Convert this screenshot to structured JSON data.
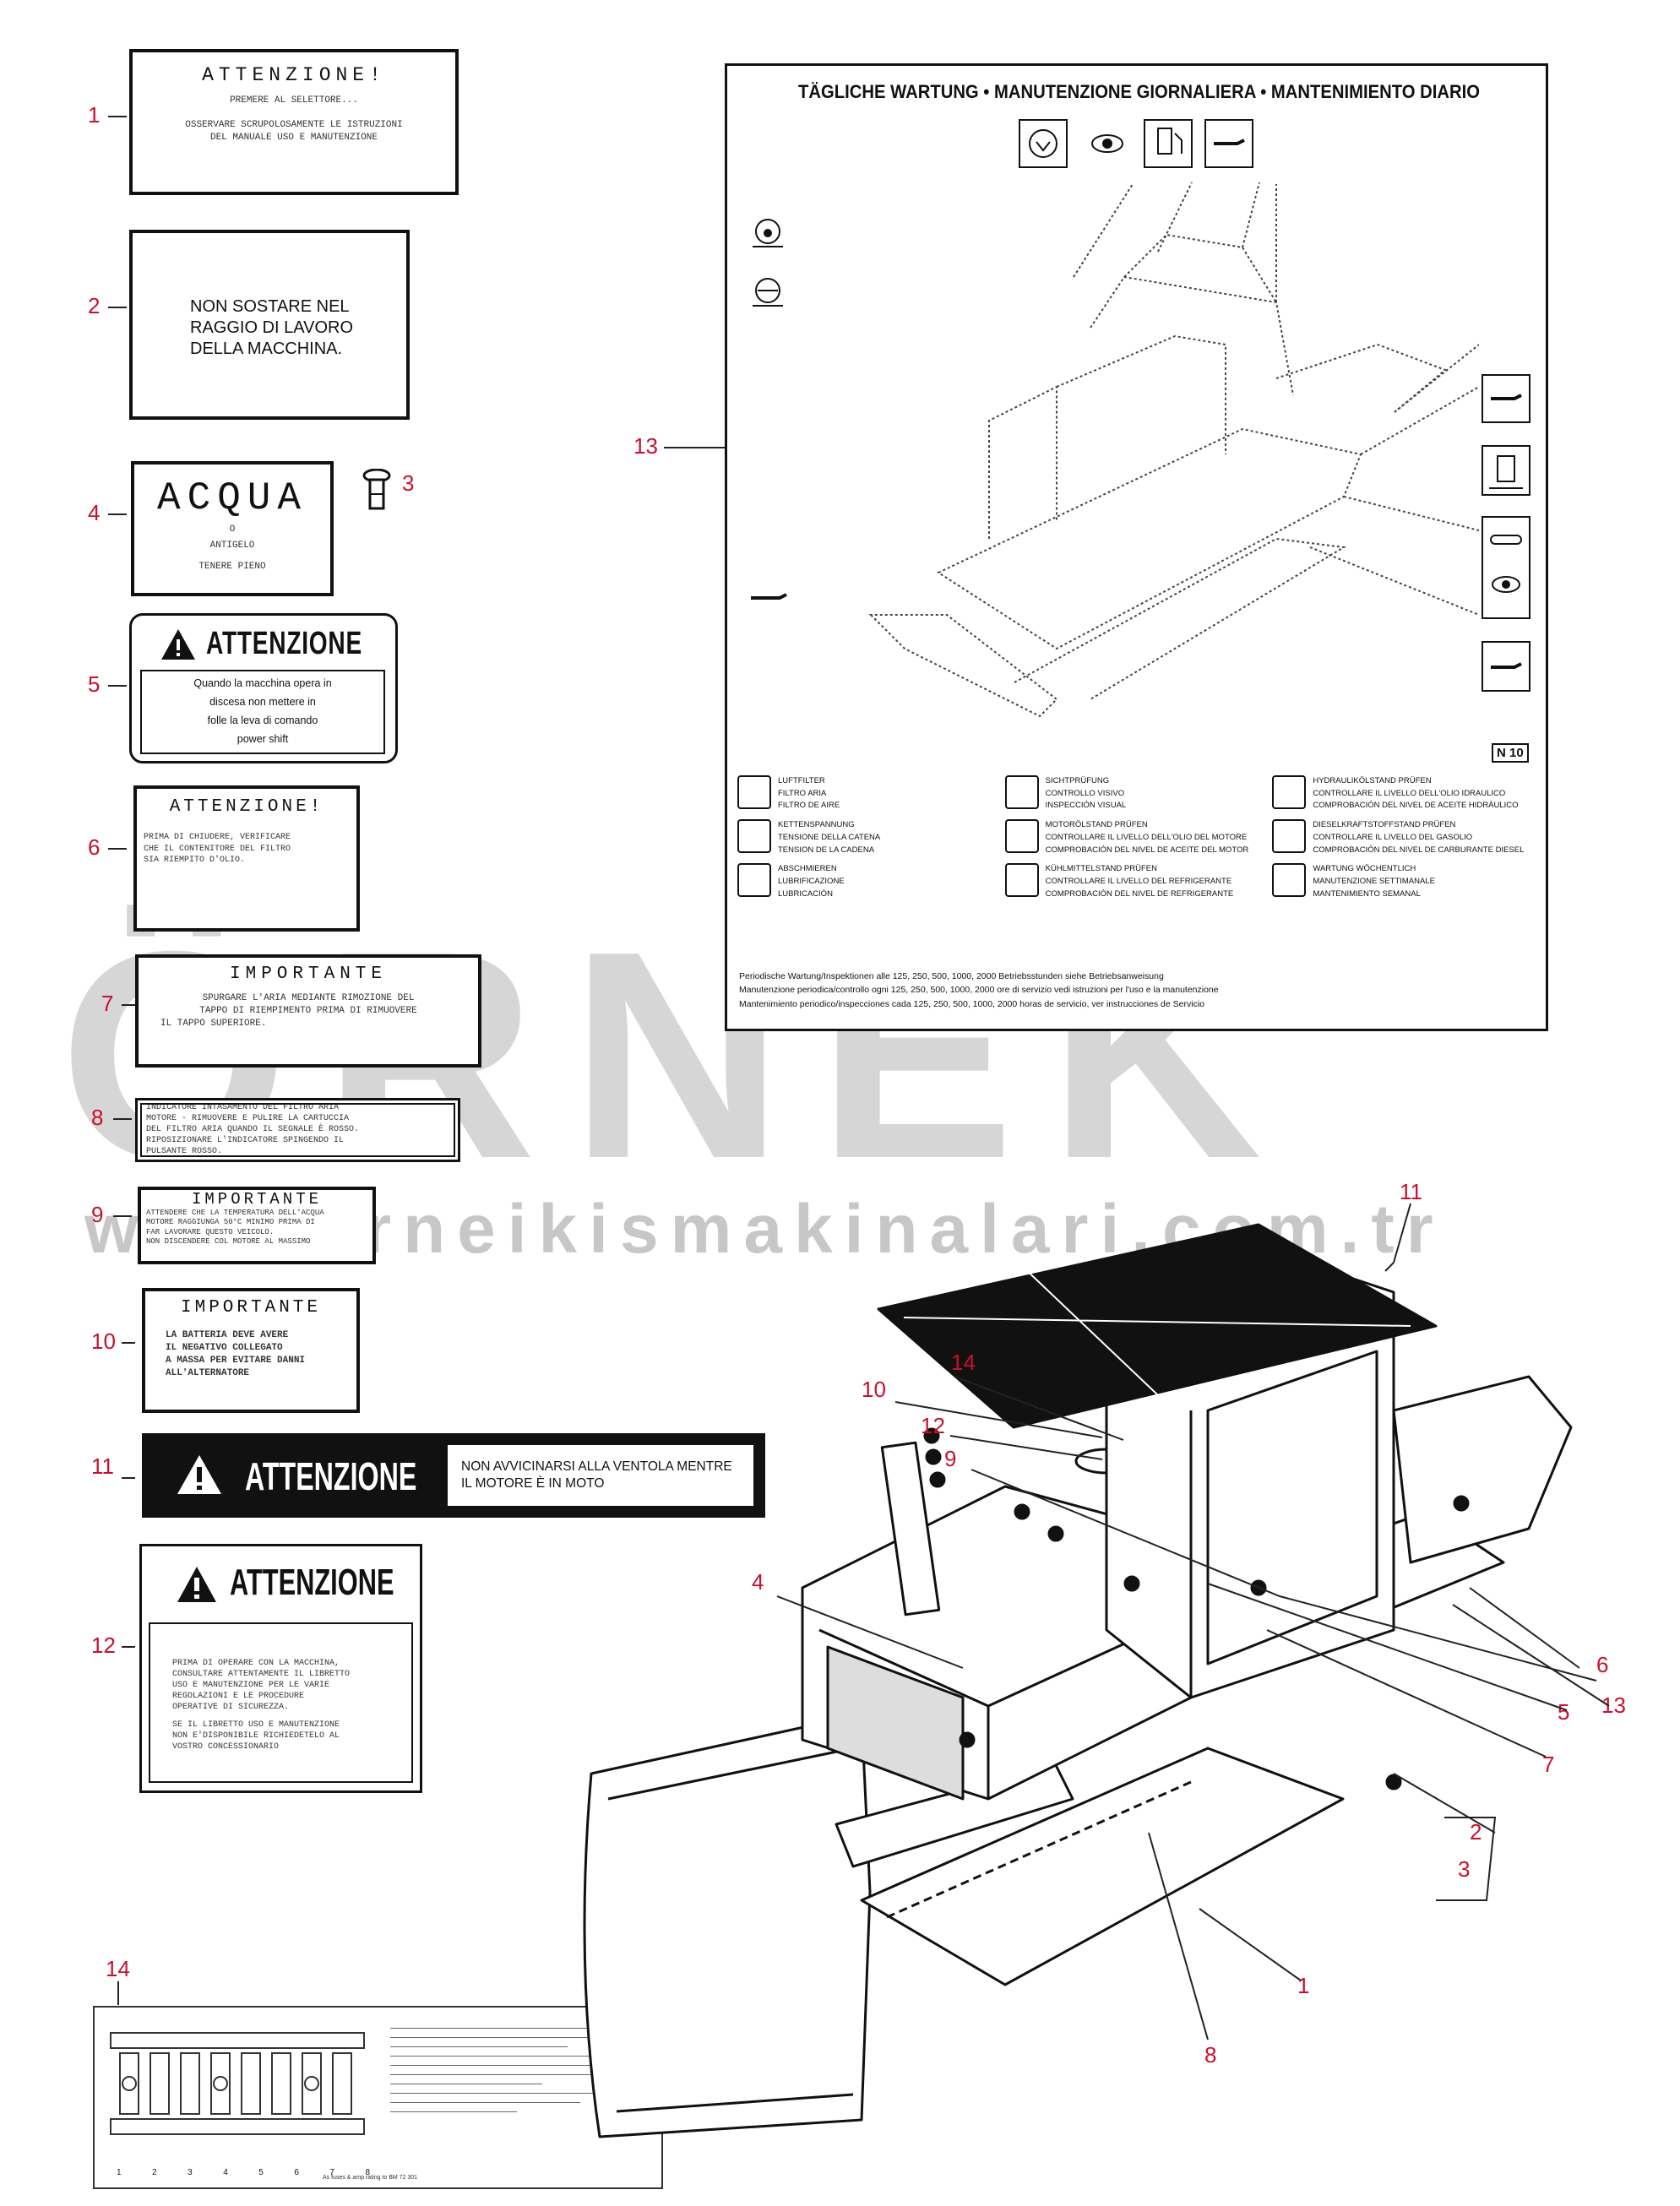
{
  "callouts": {
    "n1": "1",
    "n2": "2",
    "n3": "3",
    "n4": "4",
    "n5": "5",
    "n6": "6",
    "n7": "7",
    "n8": "8",
    "n9": "9",
    "n10": "10",
    "n11": "11",
    "n12": "12",
    "n13": "13",
    "n14": "14"
  },
  "decal1": {
    "title": "ATTENZIONE!",
    "line1": "PREMERE AL SELETTORE...",
    "line2": "OSSERVARE SCRUPOLOSAMENTE LE ISTRUZIONI",
    "line3": "DEL MANUALE USO E MANUTENZIONE"
  },
  "decal2": {
    "text": "NON SOSTARE NEL\nRAGGIO DI LAVORO\nDELLA MACCHINA."
  },
  "decal4": {
    "title": "ACQUA",
    "line1": "O",
    "line2": "ANTIGELO",
    "line3": "TENERE PIENO"
  },
  "decal5": {
    "title": "ATTENZIONE",
    "line1": "Quando la macchina opera in",
    "line2": "discesa non mettere in",
    "line3": "folle la leva di comando",
    "line4": "power shift"
  },
  "decal6": {
    "title": "ATTENZIONE!",
    "line1": "PRIMA DI CHIUDERE, VERIFICARE",
    "line2": "CHE IL CONTENITORE DEL FILTRO",
    "line3": "SIA RIEMPITO D'OLIO."
  },
  "decal7": {
    "title": "IMPORTANTE",
    "line1": "SPURGARE L'ARIA MEDIANTE RIMOZIONE DEL",
    "line2": "TAPPO DI RIEMPIMENTO PRIMA DI RIMUOVERE",
    "line3": "IL TAPPO SUPERIORE."
  },
  "decal8": {
    "line1": "INDICATORE  INTASAMENTO DEL FILTRO ARIA",
    "line2": "MOTORE - RIMUOVERE E PULIRE LA CARTUCCIA",
    "line3": "DEL FILTRO ARIA QUANDO IL SEGNALE È ROSSO.",
    "line4": "RIPOSIZIONARE L'INDICATORE SPINGENDO IL",
    "line5": "PULSANTE ROSSO."
  },
  "decal9": {
    "title": "IMPORTANTE",
    "line1": "ATTENDERE CHE LA TEMPERATURA DELL'ACQUA",
    "line2": "MOTORE RAGGIUNGA 50°C MINIMO PRIMA DI",
    "line3": "FAR LAVORARE QUESTO VEICOLO.",
    "line4": "NON DISCENDERE COL MOTORE AL MASSIMO"
  },
  "decal10": {
    "title": "IMPORTANTE",
    "line1": "LA BATTERIA DEVE AVERE",
    "line2": "IL NEGATIVO COLLEGATO",
    "line3": "A MASSA PER EVITARE DANNI",
    "line4": "ALL'ALTERNATORE"
  },
  "decal11": {
    "title": "ATTENZIONE",
    "text": "NON AVVICINARSI ALLA VENTOLA MENTRE\nIL MOTORE È IN MOTO"
  },
  "decal12": {
    "title": "ATTENZIONE",
    "line1": "PRIMA DI OPERARE CON LA MACCHINA,",
    "line2": "CONSULTARE ATTENTAMENTE IL LIBRETTO",
    "line3": "USO E MANUTENZIONE PER LE VARIE",
    "line4": "REGOLAZIONI E LE PROCEDURE",
    "line5": "OPERATIVE DI SICUREZZA.",
    "line6": "SE IL LIBRETTO USO E MANUTENZIONE",
    "line7": "NON E'DISPONIBILE RICHIEDETELO AL",
    "line8": "VOSTRO CONCESSIONARIO"
  },
  "decal13": {
    "title": "TÄGLICHE WARTUNG • MANUTENZIONE GIORNALIERA • MANTENIMIENTO DIARIO",
    "badge": "N 10",
    "legend": [
      {
        "l1": "LUFTFILTER",
        "l2": "FILTRO ARIA",
        "l3": "FILTRO DE AIRE"
      },
      {
        "l1": "SICHTPRÜFUNG",
        "l2": "CONTROLLO VISIVO",
        "l3": "INSPECCIÓN VISUAL"
      },
      {
        "l1": "HYDRAULIKÖLSTAND PRÜFEN",
        "l2": "CONTROLLARE IL LIVELLO DELL'OLIO IDRAULICO",
        "l3": "COMPROBACIÓN DEL NIVEL DE ACEITE HIDRÁULICO"
      },
      {
        "l1": "KETTENSPANNUNG",
        "l2": "TENSIONE DELLA CATENA",
        "l3": "TENSION DE LA CADENA"
      },
      {
        "l1": "MOTORÖLSTAND PRÜFEN",
        "l2": "CONTROLLARE IL LIVELLO DELL'OLIO DEL MOTORE",
        "l3": "COMPROBACIÓN DEL NIVEL DE ACEITE DEL MOTOR"
      },
      {
        "l1": "DIESELKRAFTSTOFFSTAND PRÜFEN",
        "l2": "CONTROLLARE IL LIVELLO DEL GASOLIO",
        "l3": "COMPROBACIÓN DEL NIVEL DE CARBURANTE DIESEL"
      },
      {
        "l1": "ABSCHMIEREN",
        "l2": "LUBRIFICAZIONE",
        "l3": "LUBRICACIÓN"
      },
      {
        "l1": "KÜHLMITTELSTAND PRÜFEN",
        "l2": "CONTROLLARE IL LIVELLO DEL REFRIGERANTE",
        "l3": "COMPROBACIÓN DEL NIVEL DE REFRIGERANTE"
      },
      {
        "l1": "WARTUNG WÖCHENTLICH",
        "l2": "MANUTENZIONE SETTIMANALE",
        "l3": "MANTENIMIENTO SEMANAL"
      }
    ],
    "foot1": "Periodische Wartung/Inspektionen alle 125, 250, 500, 1000, 2000 Betriebsstunden siehe Betriebsanweisung",
    "foot2": "Manutenzione periodica/controllo ogni 125, 250, 500, 1000, 2000 ore di servizio vedi istruzioni per l'uso e la manutenzione",
    "foot3": "Mantenimiento periodico/inspecciones cada 125, 250, 500, 1000, 2000 horas de servicio, ver instrucciones de Servicio"
  },
  "decal14": {
    "numbers": [
      "1",
      "2",
      "3",
      "4",
      "5",
      "6",
      "7",
      "8"
    ],
    "footer": "As fuses & amp rating to BM 72 301"
  },
  "watermark": {
    "big": "ÖRNEK",
    "url": "www.orneikismakinalari.com.tr"
  }
}
